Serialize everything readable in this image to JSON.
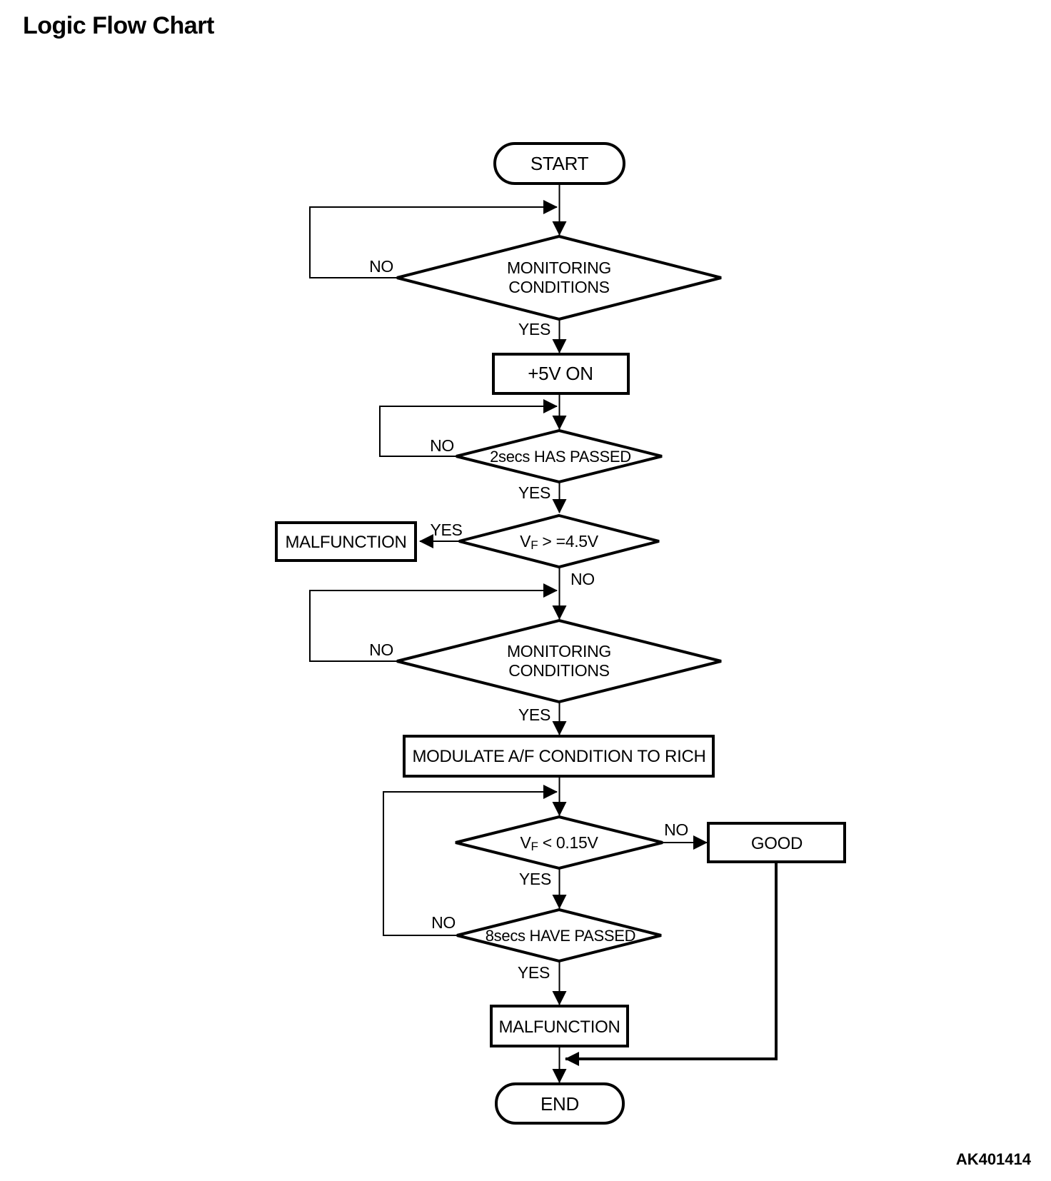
{
  "title": "Logic Flow Chart",
  "figure_code": "AK401414",
  "colors": {
    "diagram_stroke": "#000000",
    "page_background": "#ffffff"
  },
  "flowchart": {
    "nodes": {
      "start": {
        "type": "terminator",
        "label": "START"
      },
      "monitoring_1": {
        "type": "decision",
        "line1": "MONITORING",
        "line2": "CONDITIONS"
      },
      "plus5v": {
        "type": "process",
        "label": "+5V ON"
      },
      "wait2s": {
        "type": "decision",
        "label": "2secs HAS PASSED"
      },
      "vf_high": {
        "type": "decision",
        "pre": "V",
        "sub": "F",
        "post": " > =4.5V"
      },
      "malfunction_1": {
        "type": "process",
        "label": "MALFUNCTION"
      },
      "monitoring_2": {
        "type": "decision",
        "line1": "MONITORING",
        "line2": "CONDITIONS"
      },
      "modulate": {
        "type": "process",
        "label": "MODULATE A/F CONDITION TO RICH"
      },
      "vf_low": {
        "type": "decision",
        "pre": "V",
        "sub": "F",
        "post": " < 0.15V"
      },
      "good": {
        "type": "process",
        "label": "GOOD"
      },
      "wait8s": {
        "type": "decision",
        "label": "8secs HAVE PASSED"
      },
      "malfunction_2": {
        "type": "process",
        "label": "MALFUNCTION"
      },
      "end": {
        "type": "terminator",
        "label": "END"
      }
    },
    "edge_labels": {
      "monitoring_1_no": "NO",
      "monitoring_1_yes": "YES",
      "wait2s_no": "NO",
      "wait2s_yes": "YES",
      "vf_high_yes": "YES",
      "vf_high_no": "NO",
      "monitoring_2_no": "NO",
      "monitoring_2_yes": "YES",
      "vf_low_no": "NO",
      "vf_low_yes": "YES",
      "wait8s_no": "NO",
      "wait8s_yes": "YES"
    }
  }
}
